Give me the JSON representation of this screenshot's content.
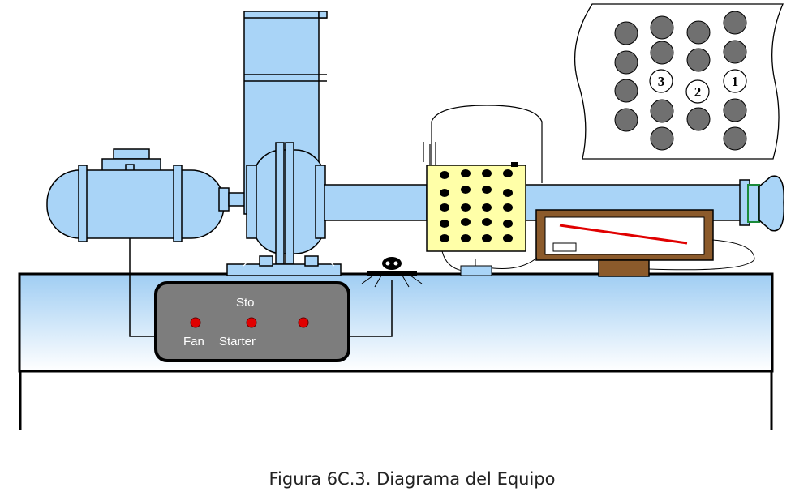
{
  "caption": "Figura 6C.3. Diagrama del Equipo",
  "control_panel": {
    "label_top": "Sto",
    "label_fan": "Fan",
    "label_starter": "Starter"
  },
  "tube_bank_detail": {
    "tube_labels": [
      "3",
      "2",
      "1"
    ]
  },
  "colors": {
    "equipment_blue": "#a9d4f7",
    "outline": "#000000",
    "panel_gray": "#7d7d7d",
    "indicator_red": "#e00000",
    "test_section_yellow": "#ffffa8",
    "manometer_brown": "#8b5a2b",
    "tube_gray": "#707070"
  }
}
